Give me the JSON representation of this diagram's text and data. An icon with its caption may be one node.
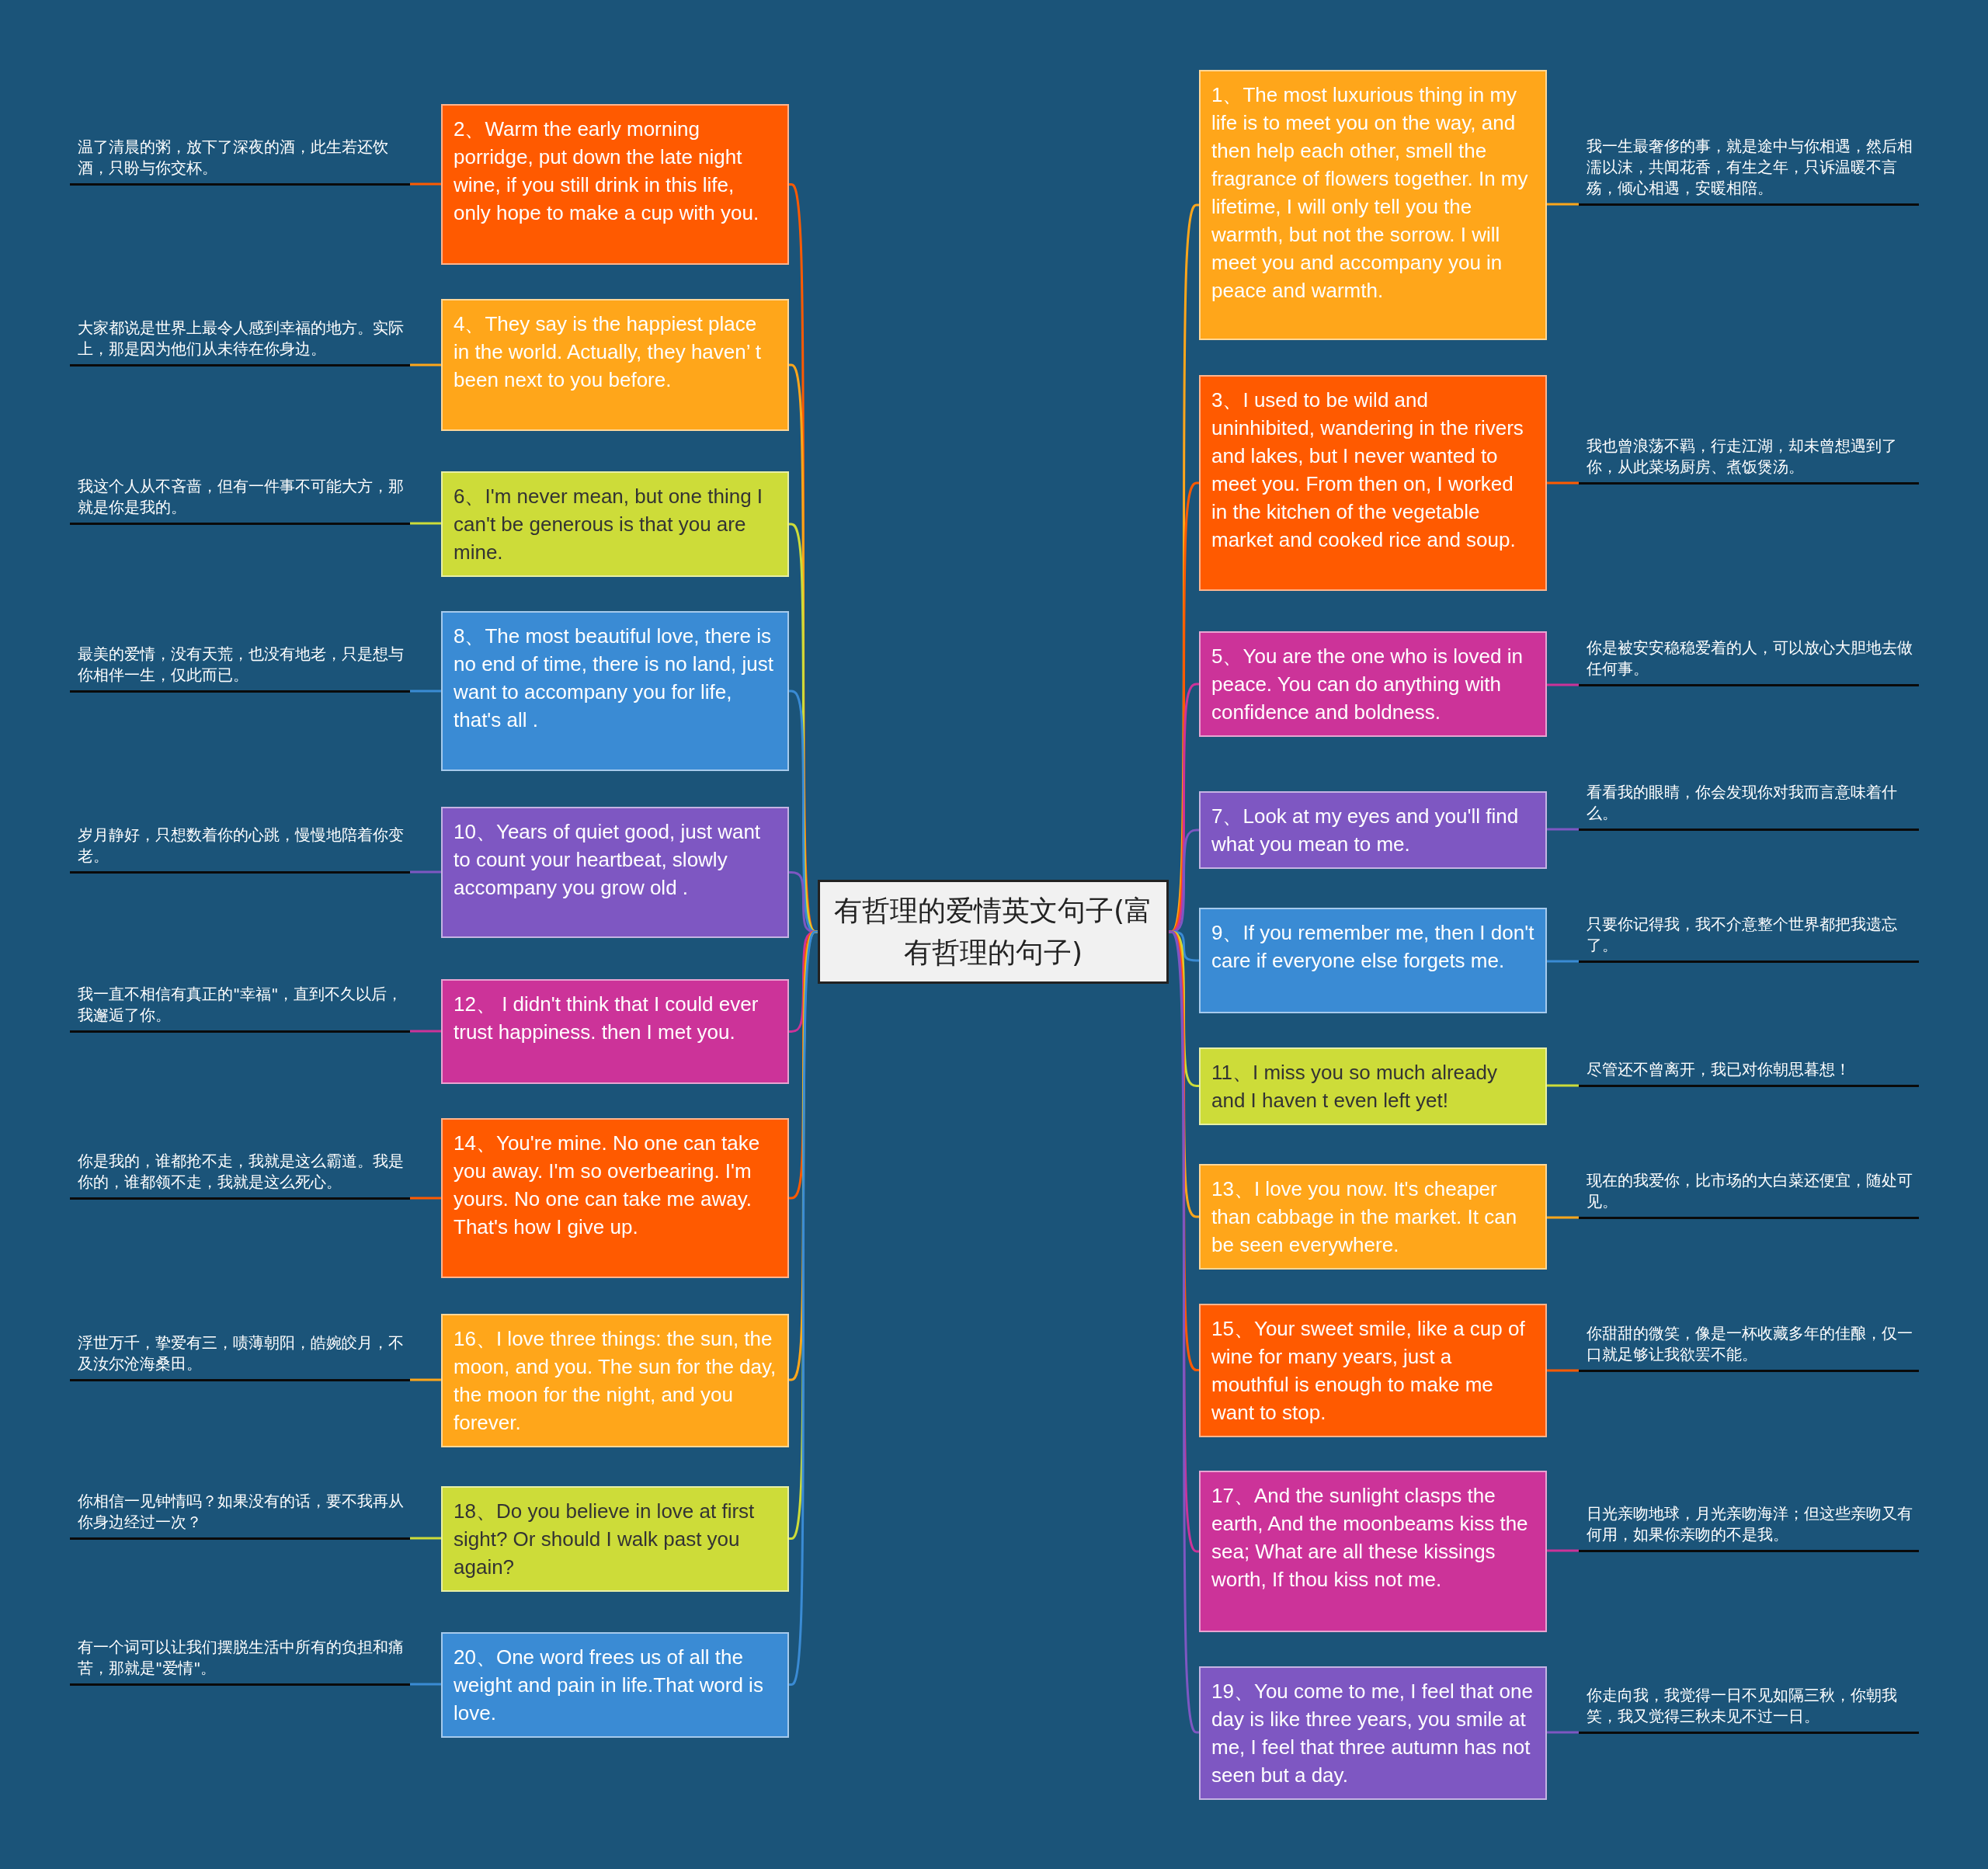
{
  "diagram": {
    "nodes": [
      {
        "text": [
          "有哲理的爱情英文句子(富有哲理的句子)"
        ]
      },
      {
        "text": [
          "1、The most luxurious thing in my life is to meet you on the way, and then help each other, smell the fragrance of flowers together. In my lifetime, I will only tell you the warmth, but not the sorrow. I will meet you and accompany you in peace and warmth."
        ]
      },
      {
        "text": [
          "我一生最奢侈的事，就是途中与你相遇，然后相濡以沫，共闻花香，有生之年，只诉温暖不言殇，倾心相遇，安暖相陪。"
        ]
      },
      {
        "text": [
          "2、Warm the early morning porridge, put down the late night wine, if you still drink in this life, only hope to make a cup with you."
        ]
      },
      {
        "text": [
          "温了清晨的粥，放下了深夜的酒，此生若还饮酒，只盼与你交杯。"
        ]
      },
      {
        "text": [
          "3、I used to be wild and uninhibited, wandering in the rivers and lakes, but I never wanted to meet you. From then on, I worked in the kitchen of the vegetable market and cooked rice and soup."
        ]
      },
      {
        "text": [
          "我也曾浪荡不羁，行走江湖，却未曾想遇到了你，从此菜场厨房、煮饭煲汤。"
        ]
      },
      {
        "text": [
          "4、They say is the happiest place in the world. Actually, they haven’ t been next to you before."
        ]
      },
      {
        "text": [
          "大家都说是世界上最令人感到幸福的地方。实际上，那是因为他们从未待在你身边。"
        ]
      },
      {
        "text": [
          "5、You are the one who is loved in peace. You can do anything with confidence and boldness."
        ]
      },
      {
        "text": [
          "你是被安安稳稳爱着的人，可以放心大胆地去做任何事。"
        ]
      },
      {
        "text": [
          "6、I'm never mean, but one thing I can't be generous is that you are mine."
        ]
      },
      {
        "text": [
          "我这个人从不吝啬，但有一件事不可能大方，那就是你是我的。"
        ]
      },
      {
        "text": [
          "7、Look at my eyes and you'll find what you mean to me."
        ]
      },
      {
        "text": [
          "看看我的眼睛，你会发现你对我而言意味着什么。"
        ]
      },
      {
        "text": [
          "8、The most beautiful love, there is no end of time, there is no land, just want to accompany you for life, that's all ."
        ]
      },
      {
        "text": [
          "最美的爱情，没有天荒，也没有地老，只是想与你相伴一生，仅此而已。"
        ]
      },
      {
        "text": [
          "9、If you remember me, then I don't care if everyone else forgets me."
        ]
      },
      {
        "text": [
          "只要你记得我，我不介意整个世界都把我遗忘了。"
        ]
      },
      {
        "text": [
          "10、Years of quiet good, just want to count your heartbeat, slowly accompany you grow old ."
        ]
      },
      {
        "text": [
          "岁月静好，只想数着你的心跳，慢慢地陪着你变老。"
        ]
      },
      {
        "text": [
          "11、I miss you so much already and I haven t even left yet!"
        ]
      },
      {
        "text": [
          "尽管还不曾离开，我已对你朝思暮想！"
        ]
      },
      {
        "text": [
          "12、 I didn't think that I could ever trust happiness. then I met you."
        ]
      },
      {
        "text": [
          "我一直不相信有真正的\"幸福\"，直到不久以后，我邂逅了你。"
        ]
      },
      {
        "text": [
          "13、I love you now. It's cheaper than cabbage in the market. It can be seen everywhere."
        ]
      },
      {
        "text": [
          "现在的我爱你，比市场的大白菜还便宜，随处可见。"
        ]
      },
      {
        "text": [
          "14、You're mine. No one can take you away. I'm so overbearing. I'm yours. No one can take me away. That's how I give up."
        ]
      },
      {
        "text": [
          "你是我的，谁都抢不走，我就是这么霸道。我是你的，谁都领不走，我就是这么死心。"
        ]
      },
      {
        "text": [
          "15、Your sweet smile, like a cup of wine for many years, just a mouthful is enough to make me want to stop."
        ]
      },
      {
        "text": [
          "你甜甜的微笑，像是一杯收藏多年的佳酿，仅一口就足够让我欲罢不能。"
        ]
      },
      {
        "text": [
          "16、I love three things: the sun, the moon, and you. The sun for the day, the moon for the night, and you forever."
        ]
      },
      {
        "text": [
          "浮世万千，挚爱有三，啧薄朝阳，皓婉皎月，不及汝尔沧海桑田。"
        ]
      },
      {
        "text": [
          "17、And the sunlight clasps the earth, And the moonbeams kiss the sea; What are all these kissings worth, If thou kiss not me."
        ]
      },
      {
        "text": [
          "日光亲吻地球，月光亲吻海洋；但这些亲吻又有何用，如果你亲吻的不是我。"
        ]
      },
      {
        "text": [
          "18、Do you believe in love at first sight? Or should I walk past you again?"
        ]
      },
      {
        "text": [
          "你相信一见钟情吗？如果没有的话，要不我再从你身边经过一次？"
        ]
      },
      {
        "text": [
          "19、You come to me, I feel that one day is like three years, you smile at me, I feel that three autumn has not seen but a day."
        ]
      },
      {
        "text": [
          "你走向我，我觉得一日不见如隔三秋，你朝我笑，我又觉得三秋未见不过一日。"
        ]
      },
      {
        "text": [
          "20、One word frees us of all the weight and pain in life.That word is love."
        ]
      },
      {
        "text": [
          "有一个词可以让我们摆脱生活中所有的负担和痛苦，那就是\"爱情\"。"
        ]
      }
    ],
    "edges": [
      {
        "from": 0,
        "to": 1,
        "arrow": "none",
        "color": "#ffa61a"
      },
      {
        "from": 1,
        "to": 2,
        "arrow": "none",
        "color": "#ffa61a"
      },
      {
        "from": 0,
        "to": 3,
        "arrow": "none",
        "color": "#ff5a00"
      },
      {
        "from": 3,
        "to": 4,
        "arrow": "none",
        "color": "#ff5a00"
      },
      {
        "from": 0,
        "to": 5,
        "arrow": "none",
        "color": "#ff5a00"
      },
      {
        "from": 5,
        "to": 6,
        "arrow": "none",
        "color": "#ff5a00"
      },
      {
        "from": 0,
        "to": 7,
        "arrow": "none",
        "color": "#ffa61a"
      },
      {
        "from": 7,
        "to": 8,
        "arrow": "none",
        "color": "#ffa61a"
      },
      {
        "from": 0,
        "to": 9,
        "arrow": "none",
        "color": "#cc3399"
      },
      {
        "from": 9,
        "to": 10,
        "arrow": "none",
        "color": "#cc3399"
      },
      {
        "from": 0,
        "to": 11,
        "arrow": "none",
        "color": "#cddc39"
      },
      {
        "from": 11,
        "to": 12,
        "arrow": "none",
        "color": "#cddc39"
      },
      {
        "from": 0,
        "to": 13,
        "arrow": "none",
        "color": "#7e57c2"
      },
      {
        "from": 13,
        "to": 14,
        "arrow": "none",
        "color": "#7e57c2"
      },
      {
        "from": 0,
        "to": 15,
        "arrow": "none",
        "color": "#3a8bd4"
      },
      {
        "from": 15,
        "to": 16,
        "arrow": "none",
        "color": "#3a8bd4"
      },
      {
        "from": 0,
        "to": 17,
        "arrow": "none",
        "color": "#3a8bd4"
      },
      {
        "from": 17,
        "to": 18,
        "arrow": "none",
        "color": "#3a8bd4"
      },
      {
        "from": 0,
        "to": 19,
        "arrow": "none",
        "color": "#7e57c2"
      },
      {
        "from": 19,
        "to": 20,
        "arrow": "none",
        "color": "#7e57c2"
      },
      {
        "from": 0,
        "to": 21,
        "arrow": "none",
        "color": "#cddc39"
      },
      {
        "from": 21,
        "to": 22,
        "arrow": "none",
        "color": "#cddc39"
      },
      {
        "from": 0,
        "to": 23,
        "arrow": "none",
        "color": "#cc3399"
      },
      {
        "from": 23,
        "to": 24,
        "arrow": "none",
        "color": "#cc3399"
      },
      {
        "from": 0,
        "to": 25,
        "arrow": "none",
        "color": "#ffa61a"
      },
      {
        "from": 25,
        "to": 26,
        "arrow": "none",
        "color": "#ffa61a"
      },
      {
        "from": 0,
        "to": 27,
        "arrow": "none",
        "color": "#ff5a00"
      },
      {
        "from": 27,
        "to": 28,
        "arrow": "none",
        "color": "#ff5a00"
      },
      {
        "from": 0,
        "to": 29,
        "arrow": "none",
        "color": "#ff5a00"
      },
      {
        "from": 29,
        "to": 30,
        "arrow": "none",
        "color": "#ff5a00"
      },
      {
        "from": 0,
        "to": 31,
        "arrow": "none",
        "color": "#ffa61a"
      },
      {
        "from": 31,
        "to": 32,
        "arrow": "none",
        "color": "#ffa61a"
      },
      {
        "from": 0,
        "to": 33,
        "arrow": "none",
        "color": "#cc3399"
      },
      {
        "from": 33,
        "to": 34,
        "arrow": "none",
        "color": "#cc3399"
      },
      {
        "from": 0,
        "to": 35,
        "arrow": "none",
        "color": "#cddc39"
      },
      {
        "from": 35,
        "to": 36,
        "arrow": "none",
        "color": "#cddc39"
      },
      {
        "from": 0,
        "to": 37,
        "arrow": "none",
        "color": "#7e57c2"
      },
      {
        "from": 37,
        "to": 38,
        "arrow": "none",
        "color": "#7e57c2"
      },
      {
        "from": 0,
        "to": 39,
        "arrow": "none",
        "color": "#3a8bd4"
      },
      {
        "from": 39,
        "to": 40,
        "arrow": "none",
        "color": "#3a8bd4"
      }
    ]
  }
}
